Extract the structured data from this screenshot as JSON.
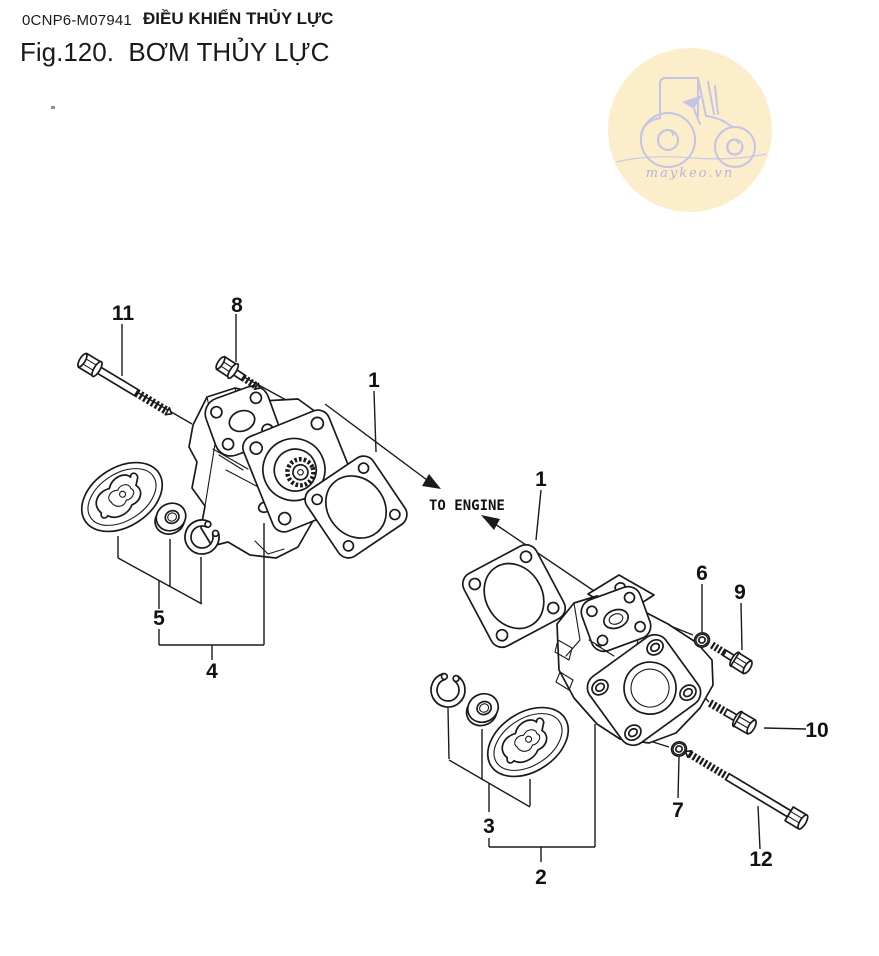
{
  "header": {
    "doc_code": "0CNP6-M07941",
    "section_title": "ĐIỀU KHIỂN THỦY LỰC",
    "figure_title": "Fig.120.  BƠM THỦY LỰC"
  },
  "watermark": {
    "site": "maykeo.vn"
  },
  "diagram": {
    "direction_label": "TO ENGINE",
    "callouts": {
      "c11": "11",
      "c8": "8",
      "c1_left": "1",
      "c5": "5",
      "c4": "4",
      "c1_right": "1",
      "c6": "6",
      "c9": "9",
      "c10": "10",
      "c7": "7",
      "c12": "12",
      "c3": "3",
      "c2": "2"
    }
  },
  "colors": {
    "ink": "#1a1a1a",
    "watermark_bg": "#fdeecb",
    "watermark_line": "#c3c4e6",
    "watermark_text": "#b4b5dc"
  }
}
